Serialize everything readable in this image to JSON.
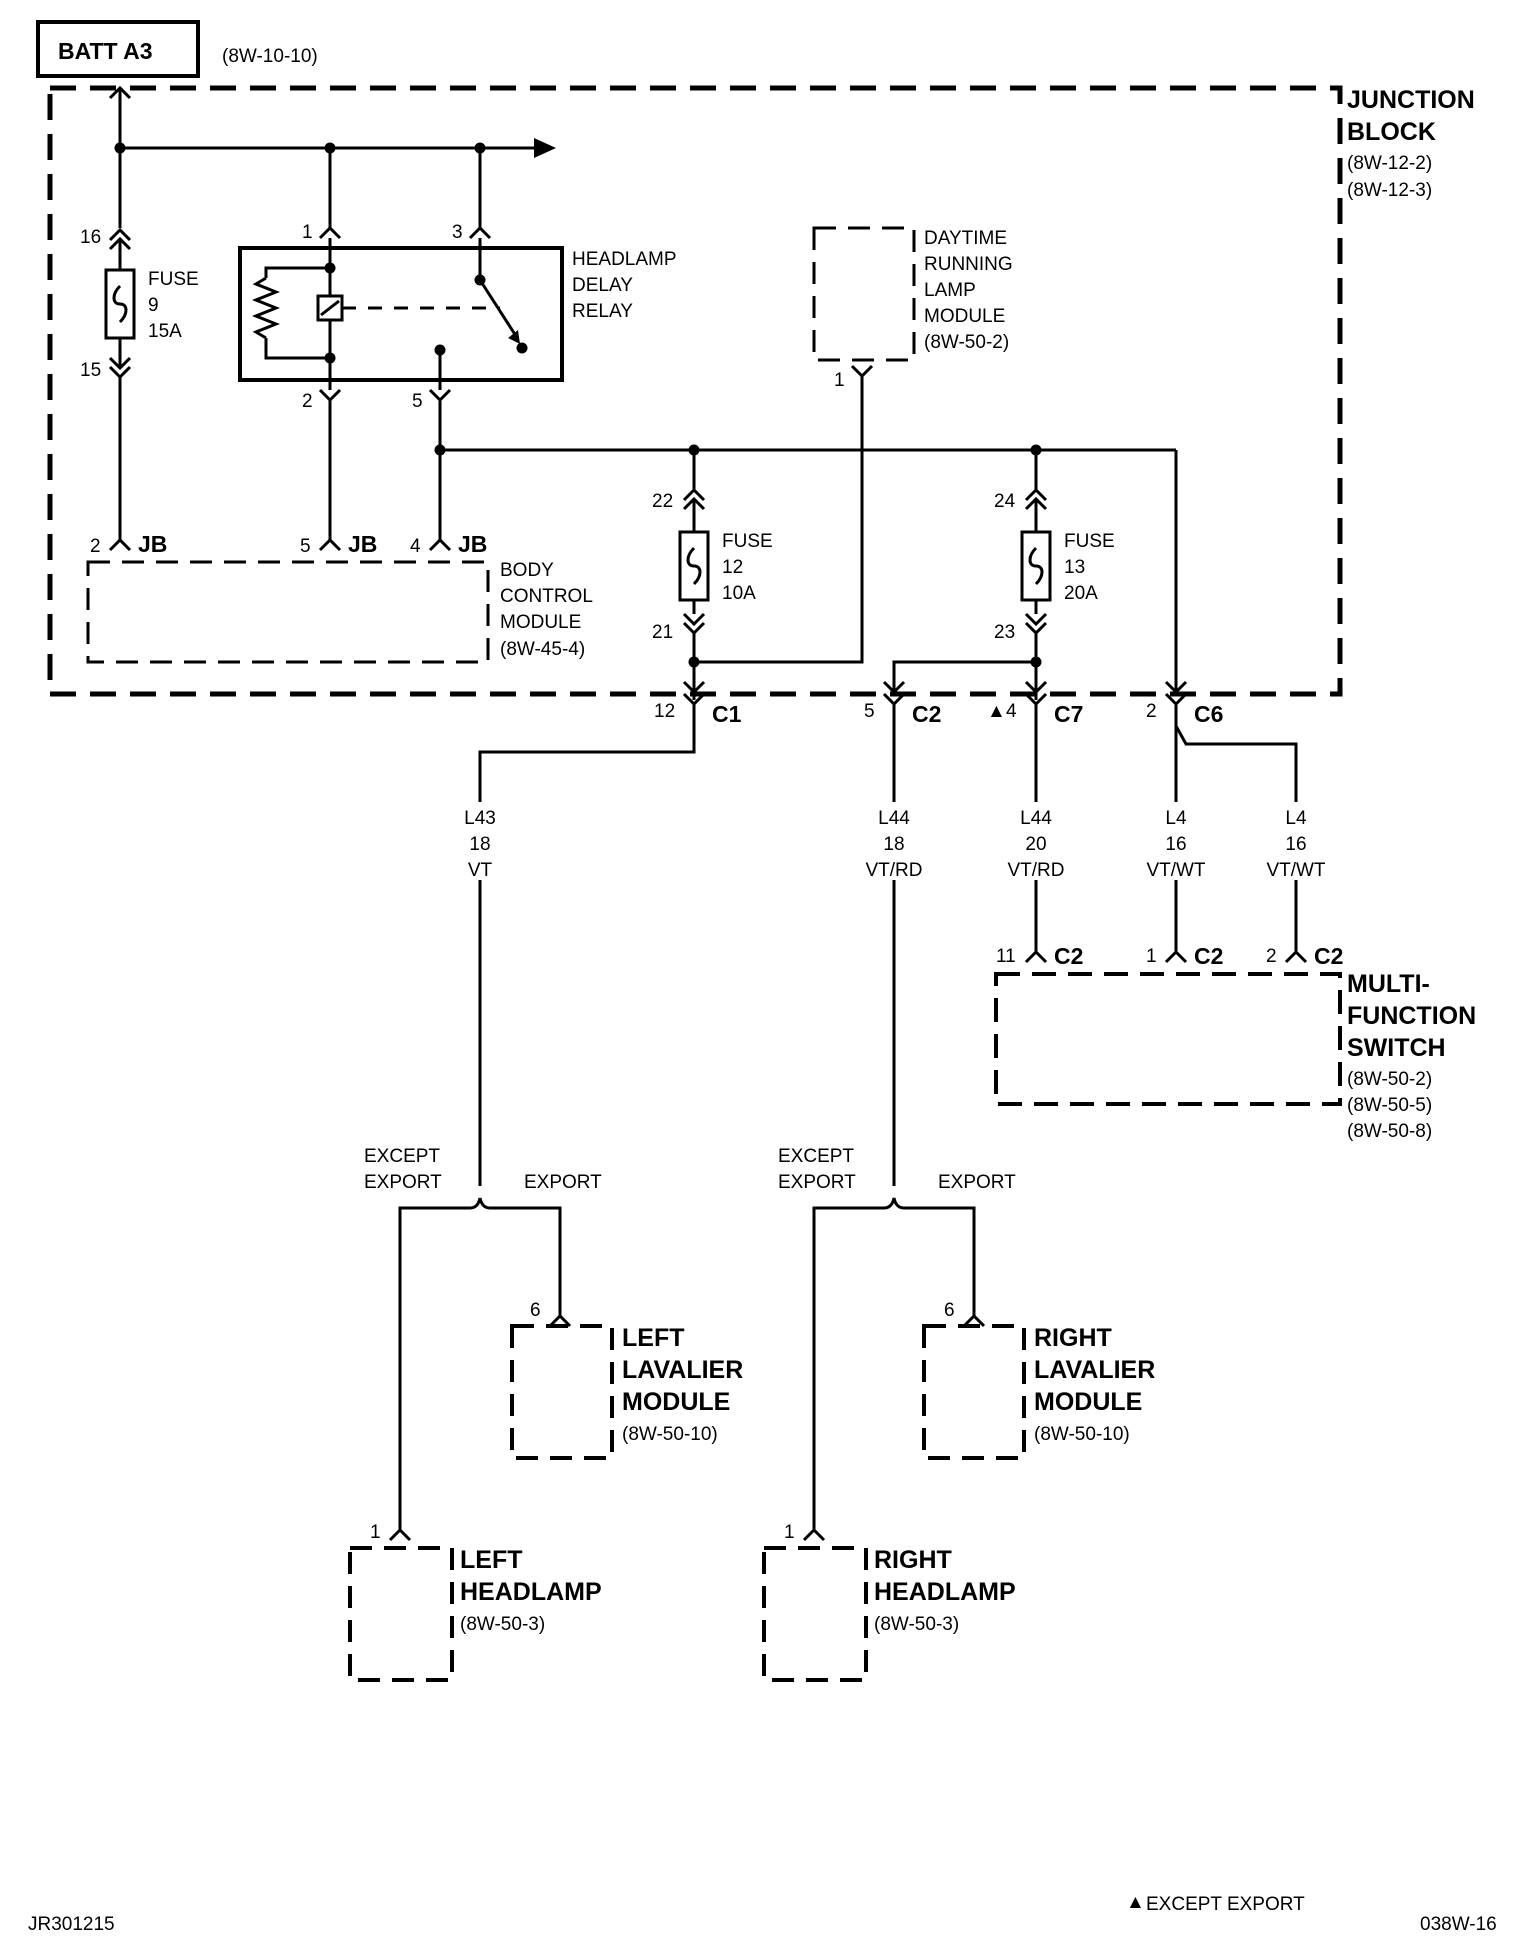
{
  "batt": {
    "label": "BATT A3",
    "ref": "(8W-10-10)"
  },
  "junction_block": {
    "line1": "JUNCTION",
    "line2": "BLOCK",
    "ref1": "(8W-12-2)",
    "ref2": "(8W-12-3)"
  },
  "relay": {
    "line1": "HEADLAMP",
    "line2": "DELAY",
    "line3": "RELAY",
    "pin1": "1",
    "pin2": "2",
    "pin3": "3",
    "pin5": "5"
  },
  "fuse9": {
    "title": "FUSE",
    "number": "9",
    "rating": "15A",
    "pin_top": "16",
    "pin_bottom": "15"
  },
  "fuse12": {
    "title": "FUSE",
    "number": "12",
    "rating": "10A",
    "pin_top": "22",
    "pin_bottom": "21"
  },
  "fuse13": {
    "title": "FUSE",
    "number": "13",
    "rating": "20A",
    "pin_top": "24",
    "pin_bottom": "23"
  },
  "drl": {
    "line1": "DAYTIME",
    "line2": "RUNNING",
    "line3": "LAMP",
    "line4": "MODULE",
    "ref": "(8W-50-2)",
    "pin": "1"
  },
  "bcm": {
    "line1": "BODY",
    "line2": "CONTROL",
    "line3": "MODULE",
    "ref": "(8W-45-4)",
    "pins": [
      {
        "num": "2",
        "conn": "JB"
      },
      {
        "num": "5",
        "conn": "JB"
      },
      {
        "num": "4",
        "conn": "JB"
      }
    ]
  },
  "connectors": {
    "c1": {
      "pin": "12",
      "name": "C1"
    },
    "c2": {
      "pin": "5",
      "name": "C2"
    },
    "c7": {
      "pin": "4",
      "name": "C7",
      "mark": "▲"
    },
    "c6": {
      "pin": "2",
      "name": "C6"
    }
  },
  "wires": {
    "w1": {
      "circuit": "L43",
      "gauge": "18",
      "color": "VT"
    },
    "w2": {
      "circuit": "L44",
      "gauge": "18",
      "color": "VT/RD"
    },
    "w3": {
      "circuit": "L44",
      "gauge": "20",
      "color": "VT/RD"
    },
    "w4": {
      "circuit": "L4",
      "gauge": "16",
      "color": "VT/WT"
    },
    "w5": {
      "circuit": "L4",
      "gauge": "16",
      "color": "VT/WT"
    }
  },
  "mfs": {
    "line1": "MULTI-",
    "line2": "FUNCTION",
    "line3": "SWITCH",
    "ref1": "(8W-50-2)",
    "ref2": "(8W-50-5)",
    "ref3": "(8W-50-8)",
    "pins": [
      {
        "num": "11",
        "conn": "C2"
      },
      {
        "num": "1",
        "conn": "C2"
      },
      {
        "num": "2",
        "conn": "C2"
      }
    ]
  },
  "splits": {
    "except_line1": "EXCEPT",
    "except_line2": "EXPORT",
    "export": "EXPORT"
  },
  "left_lavalier": {
    "line1": "LEFT",
    "line2": "LAVALIER",
    "line3": "MODULE",
    "ref": "(8W-50-10)",
    "pin": "6"
  },
  "right_lavalier": {
    "line1": "RIGHT",
    "line2": "LAVALIER",
    "line3": "MODULE",
    "ref": "(8W-50-10)",
    "pin": "6"
  },
  "left_headlamp": {
    "line1": "LEFT",
    "line2": "HEADLAMP",
    "ref": "(8W-50-3)",
    "pin": "1"
  },
  "right_headlamp": {
    "line1": "RIGHT",
    "line2": "HEADLAMP",
    "ref": "(8W-50-3)",
    "pin": "1"
  },
  "footer": {
    "note_mark": "▲",
    "note": "EXCEPT EXPORT",
    "left_code": "JR301215",
    "right_code": "038W-16"
  }
}
